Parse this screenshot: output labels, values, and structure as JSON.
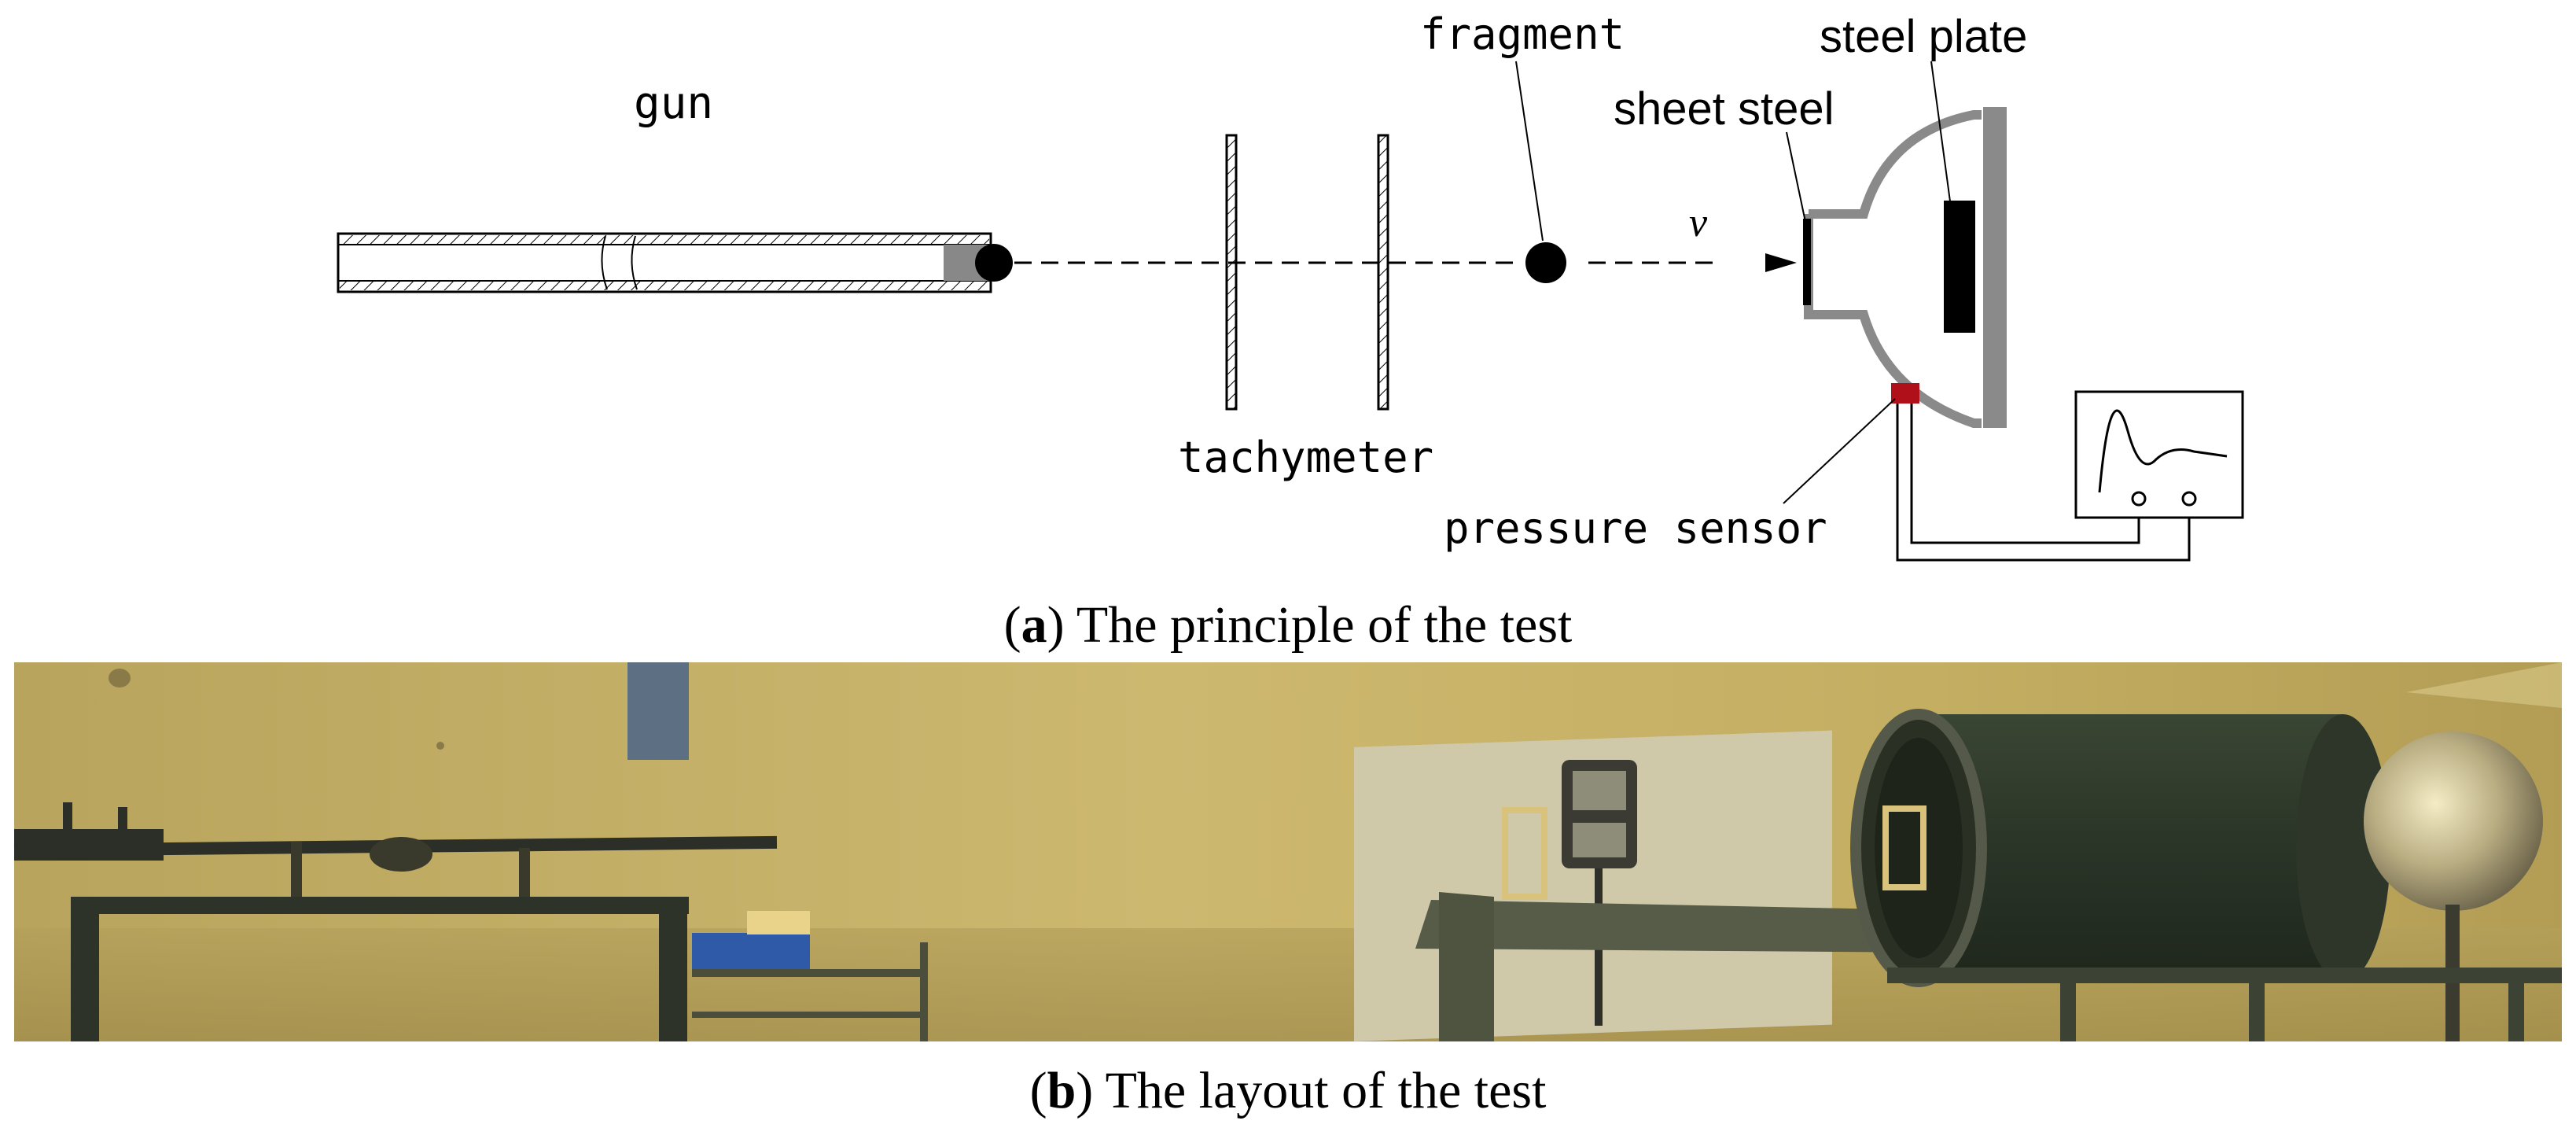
{
  "diagram": {
    "labels": {
      "gun": "gun",
      "tachymeter": "tachymeter",
      "fragment": "fragment",
      "velocity": "v",
      "sheet_steel": "sheet steel",
      "steel_plate": "steel plate",
      "pressure_sensor": "pressure sensor"
    }
  },
  "captions": {
    "a_letter": "a",
    "a_text": ") The principle of the test",
    "b_letter": "b",
    "b_text": ") The layout of the test"
  },
  "colors": {
    "sensor": "#b0101a",
    "chamber": "#8a8a8a",
    "plate": "#000000",
    "photo_wall": "#c9b56b",
    "photo_tank": "#2c3a2a"
  }
}
